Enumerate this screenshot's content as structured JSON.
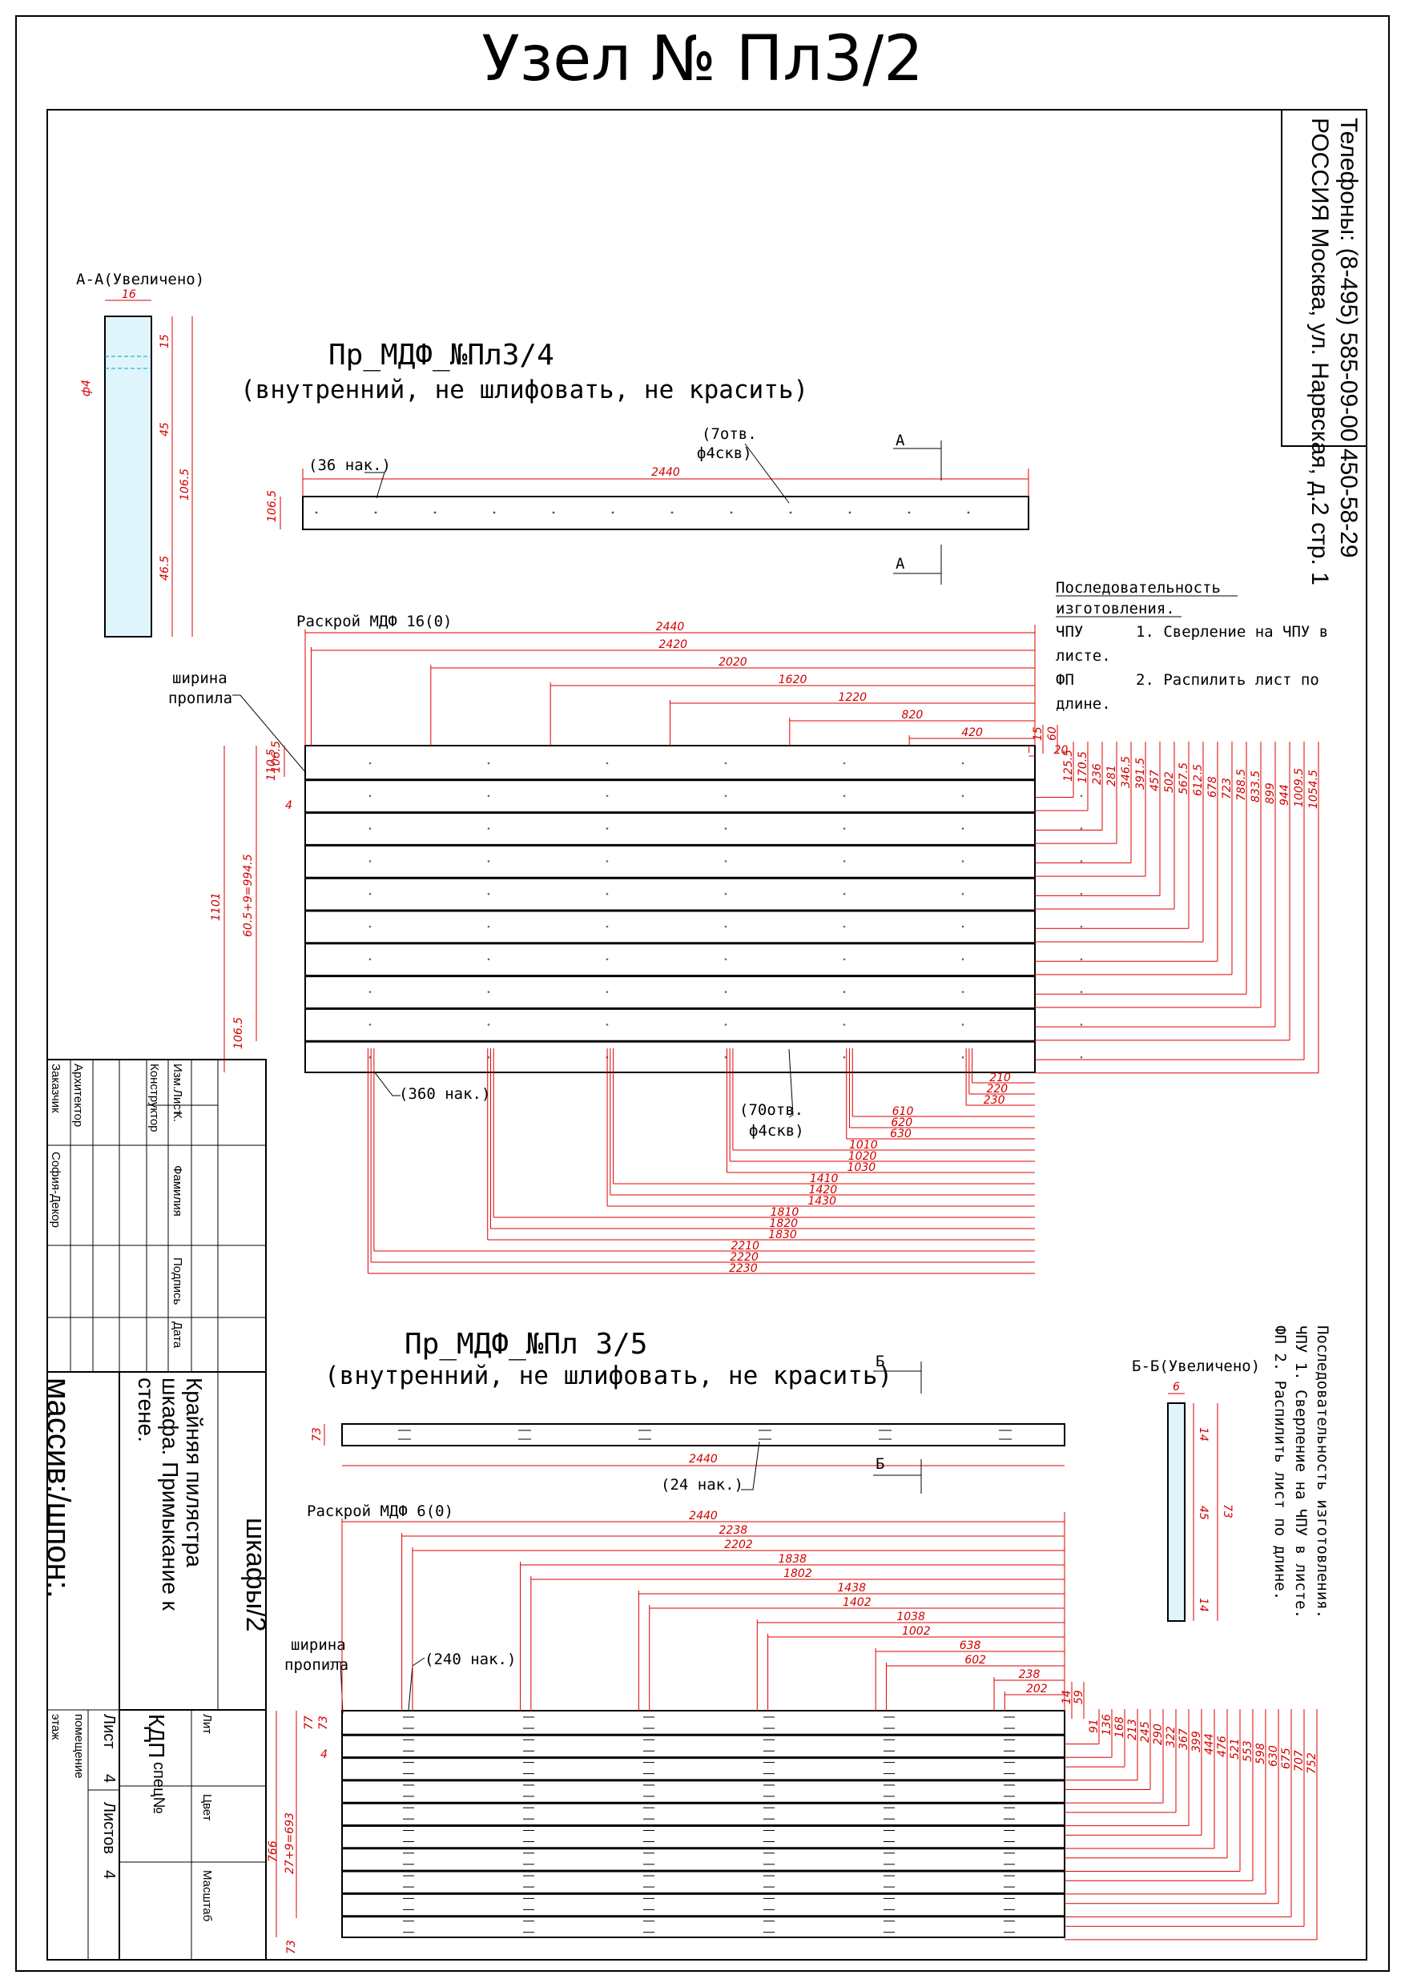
{
  "title": "Узел № Пл3/2",
  "contact": {
    "address": "РОССИЯ Москва, ул. Нарвская, д.2 стр. 1",
    "phones": "Телефоны: (8-495) 585-09-00 450-58-29"
  },
  "part1": {
    "name": "Пр_МДФ_№Пл3/4",
    "note": "(внутренний, не шлифовать, не красить)",
    "qty": "(36 нак.)",
    "holes_line1": "(7отв.",
    "holes_line2": "ф4скв)",
    "length": "2440",
    "height": "106.5",
    "section_mark": "А"
  },
  "section_aa": {
    "title": "А-А(Увеличено)",
    "width": "16",
    "hole": "ф4",
    "dims": [
      "15",
      "45",
      "46.5",
      "106.5"
    ]
  },
  "sequence1": {
    "title1": "Последовательность",
    "title2": "изготовления.",
    "step1_code": "ЧПУ",
    "step1_line1": "1. Сверление на ЧПУ в",
    "step1_line2": "листе.",
    "step2_code": "ФП",
    "step2_line1": "2. Распилить лист по",
    "step2_line2": "длине."
  },
  "cut1": {
    "title": "Раскрой МДФ 16(0)",
    "kerf_line1": "ширина",
    "kerf_line2": "пропила",
    "top_dims": [
      "2440",
      "2420",
      "2020",
      "1620",
      "1220",
      "820",
      "420",
      "20"
    ],
    "right_small": [
      "15",
      "60"
    ],
    "right_dims": [
      "125.5",
      "170.5",
      "236",
      "281",
      "346.5",
      "391.5",
      "457",
      "502",
      "567.5",
      "612.5",
      "678",
      "723",
      "788.5",
      "833.5",
      "899",
      "944",
      "1009.5",
      "1054.5"
    ],
    "left_dims": [
      "106.5",
      "110.5",
      "4",
      "1101",
      "60.5+9=994.5",
      "106.5"
    ],
    "bottom_dims": [
      "210",
      "220",
      "230",
      "610",
      "620",
      "630",
      "1010",
      "1020",
      "1030",
      "1410",
      "1420",
      "1430",
      "1810",
      "1820",
      "1830",
      "2210",
      "2220",
      "2230"
    ],
    "qty": "(360 нак.)",
    "holes_line1": "(70отв.",
    "holes_line2": "ф4скв)"
  },
  "part2": {
    "name": "Пр_МДФ_№Пл 3/5",
    "note": "(внутренний, не шлифовать, не красить)",
    "length": "2440",
    "qty": "(24 нак.)",
    "height": "73",
    "section_mark": "Б"
  },
  "section_bb": {
    "title": "Б-Б(Увеличено)",
    "width": "6",
    "dims": [
      "14",
      "45",
      "14",
      "73"
    ]
  },
  "sequence2": {
    "title": "Последовательность изготовления.",
    "step1": "ЧПУ    1. Сверление на ЧПУ в листе.",
    "step2": "ФП      2. Распилить лист по длине."
  },
  "cut2": {
    "title": "Раскрой МДФ 6(0)",
    "kerf_line1": "ширина",
    "kerf_line2": "пропила",
    "qty": "(240 нак.)",
    "top_dims": [
      "2440",
      "2238",
      "2202",
      "1838",
      "1802",
      "1438",
      "1402",
      "1038",
      "1002",
      "638",
      "602",
      "238",
      "202"
    ],
    "right_small": [
      "14",
      "59"
    ],
    "right_dims": [
      "91",
      "136",
      "168",
      "213",
      "245",
      "290",
      "322",
      "367",
      "399",
      "444",
      "476",
      "521",
      "553",
      "598",
      "630",
      "675",
      "707",
      "752"
    ],
    "left_dims": [
      "77",
      "73",
      "4",
      "766",
      "27+9=693",
      "73"
    ]
  },
  "title_block": {
    "rows": [
      "Архитектор",
      "Заказчик"
    ],
    "customer": "София-Декор",
    "cols": [
      "Изм.",
      "Лист",
      "К.",
      "Фамилия",
      "Подпись",
      "Дата"
    ],
    "designer": "Конструктор",
    "project": "шкафы/2",
    "description_line1": "Крайняя пилястра",
    "description_line2": "шкафа. Примыкание к",
    "description_line3": "стене.",
    "material": "массив:/шпон:.",
    "stage": "Лит",
    "color": "Цвет",
    "scale": "Масштаб",
    "org": "КДП",
    "spec": "спец№",
    "sheet_label": "Лист",
    "sheet_num": "4",
    "sheets_label": "Листов",
    "sheets_num": "4",
    "room": "помещение",
    "floor": "этаж"
  }
}
